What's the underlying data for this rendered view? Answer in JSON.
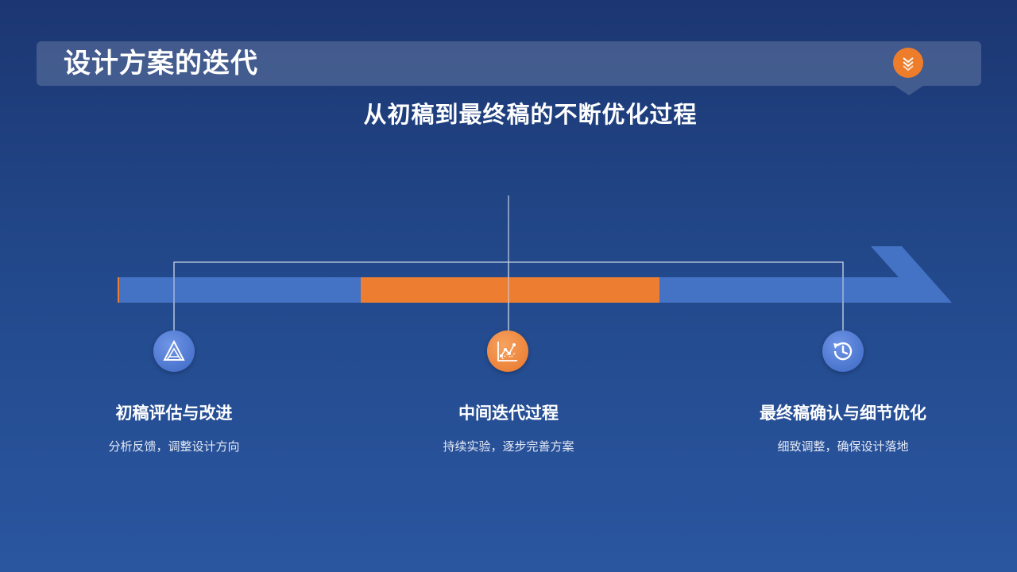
{
  "header": {
    "title": "设计方案的迭代",
    "badge_icon": "double-chevron-down-icon"
  },
  "subtitle": "从初稿到最终稿的不断优化过程",
  "colors": {
    "bar_blue": "#4472c4",
    "bar_orange": "#ed7d31",
    "line": "#c9d3e6",
    "background_top": "#1c3672",
    "background_bottom": "#2a56a0"
  },
  "steps": [
    {
      "title": "初稿评估与改进",
      "description": "分析反馈，调整设计方向",
      "icon": "triangle-icon",
      "accent": "blue"
    },
    {
      "title": "中间迭代过程",
      "description": "持续实验，逐步完善方案",
      "icon": "line-chart-icon",
      "accent": "orange"
    },
    {
      "title": "最终稿确认与细节优化",
      "description": "细致调整，确保设计落地",
      "icon": "history-clock-icon",
      "accent": "blue"
    }
  ]
}
